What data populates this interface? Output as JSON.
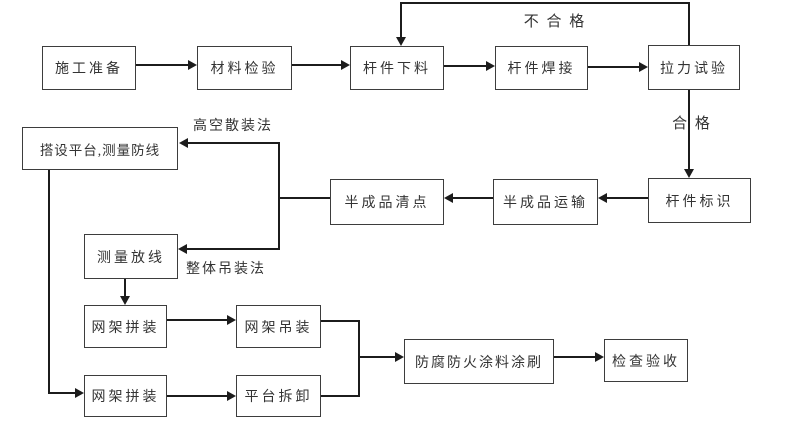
{
  "diagram": {
    "title_hint": "steel-grid construction process flowchart",
    "colors": {
      "background": "#ffffff",
      "line": "#1c1c1c",
      "box_border": "#3d3d3d",
      "text": "#333333"
    },
    "nodes": {
      "construction_prep": {
        "label": "施工准备"
      },
      "material_inspection": {
        "label": "材料检验"
      },
      "bar_cutting": {
        "label": "杆件下料"
      },
      "bar_welding": {
        "label": "杆件焊接"
      },
      "tension_test": {
        "label": "拉力试验"
      },
      "bar_marking": {
        "label": "杆件标识"
      },
      "semi_product_transport": {
        "label": "半成品运输"
      },
      "semi_product_check": {
        "label": "半成品清点"
      },
      "platform_setup": {
        "label": "搭设平台,测量防线"
      },
      "measure_setout": {
        "label": "测量放线"
      },
      "grid_assembly_upper": {
        "label": "网架拼装"
      },
      "grid_hoisting": {
        "label": "网架吊装"
      },
      "grid_assembly_lower": {
        "label": "网架拼装"
      },
      "platform_dismantle": {
        "label": "平台拆卸"
      },
      "coating": {
        "label": "防腐防火涂料涂刷"
      },
      "inspection_acceptance": {
        "label": "检查验收"
      }
    },
    "edge_labels": {
      "unqualified": "不 合 格",
      "qualified": "合 格",
      "high_altitude_bulk_method": "高空散装法",
      "integral_hoisting_method": "整体吊装法"
    },
    "edges": [
      {
        "from": "construction_prep",
        "to": "material_inspection"
      },
      {
        "from": "material_inspection",
        "to": "bar_cutting"
      },
      {
        "from": "bar_cutting",
        "to": "bar_welding"
      },
      {
        "from": "bar_welding",
        "to": "tension_test"
      },
      {
        "from": "tension_test",
        "to": "bar_cutting",
        "label": "不合格"
      },
      {
        "from": "tension_test",
        "to": "bar_marking",
        "label": "合格"
      },
      {
        "from": "bar_marking",
        "to": "semi_product_transport"
      },
      {
        "from": "semi_product_transport",
        "to": "semi_product_check"
      },
      {
        "from": "semi_product_check",
        "to": "platform_setup",
        "label": "高空散装法"
      },
      {
        "from": "semi_product_check",
        "to": "measure_setout",
        "label": "整体吊装法"
      },
      {
        "from": "platform_setup",
        "to": "grid_assembly_lower"
      },
      {
        "from": "measure_setout",
        "to": "grid_assembly_upper"
      },
      {
        "from": "grid_assembly_upper",
        "to": "grid_hoisting"
      },
      {
        "from": "grid_assembly_lower",
        "to": "platform_dismantle"
      },
      {
        "from": "grid_hoisting",
        "to": "coating"
      },
      {
        "from": "platform_dismantle",
        "to": "coating"
      },
      {
        "from": "coating",
        "to": "inspection_acceptance"
      }
    ]
  }
}
